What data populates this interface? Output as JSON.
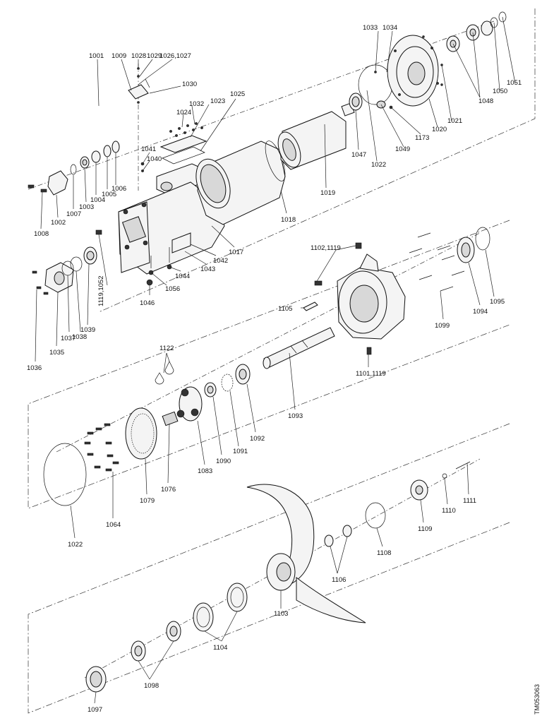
{
  "document_id": "TM053063",
  "labels": {
    "l1001": "1001",
    "l1009": "1009",
    "l1028": "1028",
    "l1029": "1029",
    "l1026": "1026,1027",
    "l1030": "1030",
    "l1033": "1033",
    "l1034": "1034",
    "l1032": "1032",
    "l1023": "1023",
    "l1025": "1025",
    "l1024": "1024",
    "l1041": "1041",
    "l1040": "1040",
    "l1051": "1051",
    "l1050": "1050",
    "l1048": "1048",
    "l1021": "1021",
    "l1020": "1020",
    "l1173": "1173",
    "l1049": "1049",
    "l1022a": "1022",
    "l1047": "1047",
    "l1019": "1019",
    "l1018": "1018",
    "l1017": "1017",
    "l1042": "1042",
    "l1043": "1043",
    "l1044": "1044",
    "l1056": "1056",
    "l1046": "1046",
    "l1119a": "1119,1052",
    "l1008": "1008",
    "l1002": "1002",
    "l1007": "1007",
    "l1003": "1003",
    "l1004": "1004",
    "l1005": "1005",
    "l1006": "1006",
    "l1036": "1036",
    "l1035": "1035",
    "l1037": "1037",
    "l1038": "1038",
    "l1039": "1039",
    "l1102": "1102,1119",
    "l1105": "1105",
    "l1099": "1099",
    "l1094": "1094",
    "l1095": "1095",
    "l1101": "1101,1119",
    "l1122": "1122",
    "l1093": "1093",
    "l1092": "1092",
    "l1091": "1091",
    "l1090": "1090",
    "l1083": "1083",
    "l1076": "1076",
    "l1079": "1079",
    "l1064": "1064",
    "l1022b": "1022",
    "l1111": "1111",
    "l1110": "1110",
    "l1109": "1109",
    "l1108": "1108",
    "l1106": "1106",
    "l1103": "1103",
    "l1104": "1104",
    "l1098": "1098",
    "l1097": "1097"
  }
}
